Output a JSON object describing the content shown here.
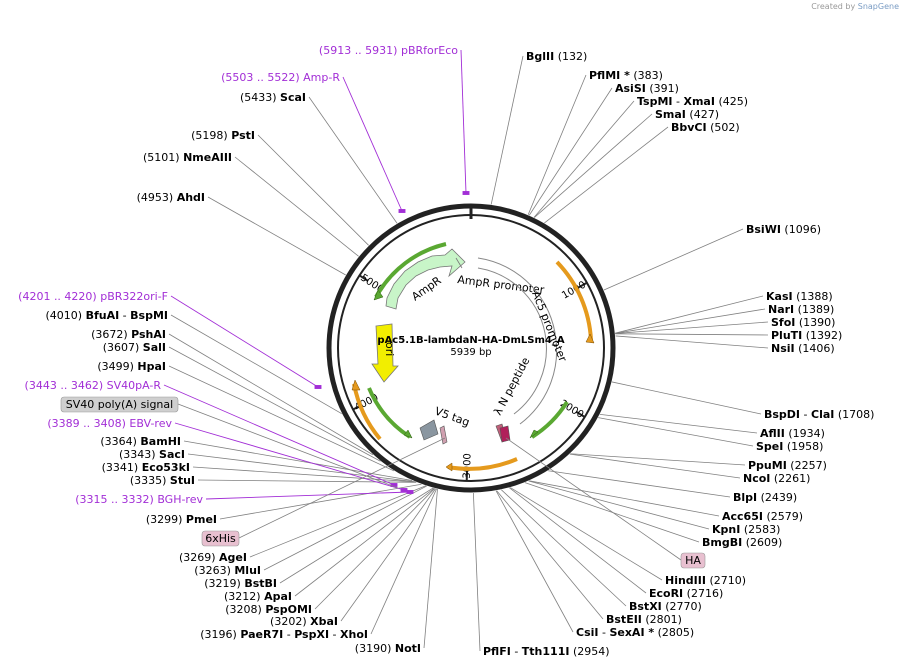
{
  "credit": {
    "prefix": "Created by",
    "brand": "SnapGene"
  },
  "plasmid": {
    "name": "pAc5.1B-lambdaN-HA-DmLSm4_A",
    "size": "5939 bp"
  },
  "ruler": [
    "1000",
    "2000",
    "3000",
    "4000",
    "5000"
  ],
  "features": {
    "ampr": "AmpR",
    "ampr_promoter": "AmpR promoter",
    "ac5_promoter": "Ac5 promoter",
    "ori": "ori",
    "lambda_n": "λ N peptide",
    "v5_tag": "V5 tag"
  },
  "sites": [
    {
      "name": "BglII",
      "pos": "(132)"
    },
    {
      "name": "PflMI *",
      "pos": "(383)"
    },
    {
      "name": "AsiSI",
      "pos": "(391)"
    },
    {
      "name": "TspMI",
      "name2": "XmaI",
      "pos": "(425)"
    },
    {
      "name": "SmaI",
      "pos": "(427)"
    },
    {
      "name": "BbvCI",
      "pos": "(502)"
    },
    {
      "name": "BsiWI",
      "pos": "(1096)"
    },
    {
      "name": "KasI",
      "pos": "(1388)"
    },
    {
      "name": "NarI",
      "pos": "(1389)"
    },
    {
      "name": "SfoI",
      "pos": "(1390)"
    },
    {
      "name": "PluTI",
      "pos": "(1392)"
    },
    {
      "name": "NsiI",
      "pos": "(1406)"
    },
    {
      "name": "BspDI",
      "name2": "ClaI",
      "pos": "(1708)"
    },
    {
      "name": "AflII",
      "pos": "(1934)"
    },
    {
      "name": "SpeI",
      "pos": "(1958)"
    },
    {
      "name": "PpuMI",
      "pos": "(2257)"
    },
    {
      "name": "NcoI",
      "pos": "(2261)"
    },
    {
      "name": "BlpI",
      "pos": "(2439)"
    },
    {
      "name": "Acc65I",
      "pos": "(2579)"
    },
    {
      "name": "KpnI",
      "pos": "(2583)"
    },
    {
      "name": "BmgBI",
      "pos": "(2609)"
    },
    {
      "name": "HindIII",
      "pos": "(2710)"
    },
    {
      "name": "EcoRI",
      "pos": "(2716)"
    },
    {
      "name": "BstXI",
      "pos": "(2770)"
    },
    {
      "name": "BstEII",
      "pos": "(2801)"
    },
    {
      "name": "CsiI",
      "name2": "SexAI *",
      "pos": "(2805)"
    },
    {
      "name": "PflFI",
      "name2": "Tth111I",
      "pos": "(2954)"
    },
    {
      "name": "NotI",
      "pos": "(3190)"
    },
    {
      "name": "PaeR7I",
      "name2": "PspXI",
      "name3": "XhoI",
      "pos": "(3196)"
    },
    {
      "name": "XbaI",
      "pos": "(3202)"
    },
    {
      "name": "PspOMI",
      "pos": "(3208)"
    },
    {
      "name": "ApaI",
      "pos": "(3212)"
    },
    {
      "name": "BstBI",
      "pos": "(3219)"
    },
    {
      "name": "MluI",
      "pos": "(3263)"
    },
    {
      "name": "AgeI",
      "pos": "(3269)"
    },
    {
      "name": "PmeI",
      "pos": "(3299)"
    },
    {
      "name": "StuI",
      "pos": "(3335)"
    },
    {
      "name": "Eco53kI",
      "pos": "(3341)"
    },
    {
      "name": "SacI",
      "pos": "(3343)"
    },
    {
      "name": "BamHI",
      "pos": "(3364)"
    },
    {
      "name": "HpaI",
      "pos": "(3499)"
    },
    {
      "name": "SalI",
      "pos": "(3607)"
    },
    {
      "name": "PshAI",
      "pos": "(3672)"
    },
    {
      "name": "BfuAI",
      "name2": "BspMI",
      "pos": "(4010)"
    },
    {
      "name": "AhdI",
      "pos": "(4953)"
    },
    {
      "name": "NmeAIII",
      "pos": "(5101)"
    },
    {
      "name": "PstI",
      "pos": "(5198)"
    },
    {
      "name": "ScaI",
      "pos": "(5433)"
    }
  ],
  "primers": [
    {
      "range": "(5913 .. 5931)",
      "name": "pBRforEco"
    },
    {
      "range": "(5503 .. 5522)",
      "name": "Amp-R"
    },
    {
      "range": "(4201 .. 4220)",
      "name": "pBR322ori-F"
    },
    {
      "range": "(3443 .. 3462)",
      "name": "SV40pA-R"
    },
    {
      "range": "(3389 .. 3408)",
      "name": "EBV-rev"
    },
    {
      "range": "(3315 .. 3332)",
      "name": "BGH-rev"
    }
  ],
  "boxed_features": {
    "sv40": "SV40 poly(A) signal",
    "his": "6xHis",
    "ha": "HA"
  },
  "colors": {
    "enzyme_line": "#808080",
    "primer": "#a22ed6",
    "backbone": "#222222",
    "ampr_fill": "#c8f5c8",
    "ori_fill": "#f2ee00",
    "orange_arc": "#e59a1d",
    "green_arc": "#5aa832",
    "boxed_gray": "#cfcfcf",
    "boxed_pink": "#e8c0d0"
  }
}
